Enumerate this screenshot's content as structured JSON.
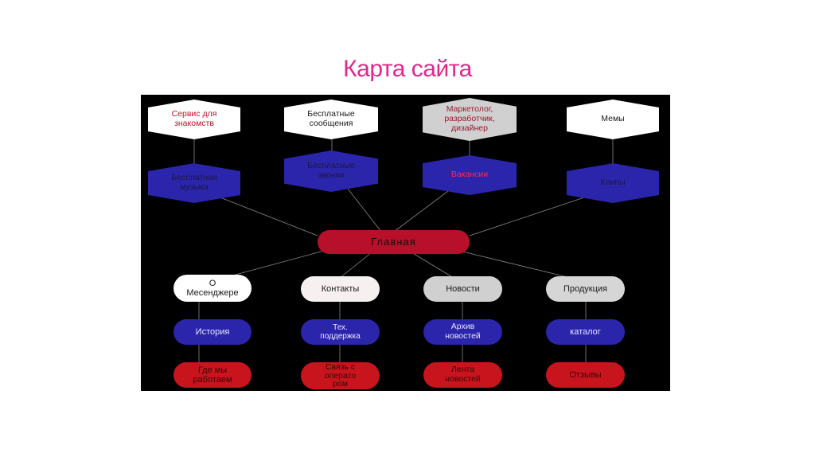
{
  "title": "Карта сайта",
  "colors": {
    "title": "#e0288c",
    "background": "#000000",
    "white_node": "#ffffff",
    "grey_node": "#d0d0d0",
    "blue_node": "#2a25aa",
    "red_node": "#c8141c",
    "main_node": "#b8102a"
  },
  "nodes": {
    "main": "Главная",
    "top_row": {
      "dating": "Сервис для\nзнакомств",
      "free_messages": "Бесплатные\nсообщения",
      "marketer": "Маркетолог,\nразработчик,\nдизайнер",
      "memes": "Мемы"
    },
    "second_row": {
      "free_music": "Бесплатная\nмузыка",
      "free_calls": "Бесплатные\nзвонки",
      "vacancies": "Вакансии",
      "clips": "Клипы"
    },
    "sections": {
      "about": "О\nМесенджере",
      "contacts": "Контакты",
      "news": "Новости",
      "products": "Продукция"
    },
    "blue_row": {
      "history": "История",
      "tech_support": "Тех.\nподдержка",
      "news_archive": "Архив\nновостей",
      "catalog": "каталог"
    },
    "red_row": {
      "where_we_work": "Где мы\nработаем",
      "contact_operator": "Связь с\nоперато\nром",
      "news_feed": "Лента\nновостей",
      "reviews": "Отзывы"
    }
  }
}
